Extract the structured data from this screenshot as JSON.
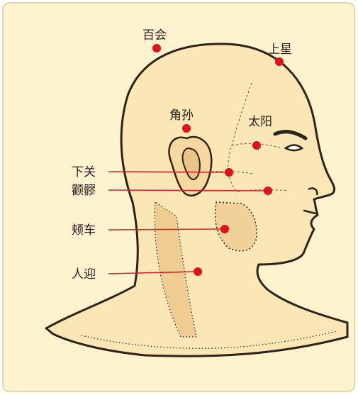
{
  "points": [
    {
      "id": "baihui",
      "label": "百会"
    },
    {
      "id": "shangxing",
      "label": "上星"
    },
    {
      "id": "jiaosun",
      "label": "角孙"
    },
    {
      "id": "taiyang",
      "label": "太阳"
    },
    {
      "id": "xiaguan",
      "label": "下关"
    },
    {
      "id": "quanliao",
      "label": "颧髎"
    },
    {
      "id": "jiache",
      "label": "颊车"
    },
    {
      "id": "renying",
      "label": "人迎"
    }
  ],
  "colors": {
    "background": "#fdf3cf",
    "skin": "#fbe6b5",
    "outline": "#2f2218",
    "point": "#e0101c",
    "leader": "#d8202a",
    "label": "#2a1e1e"
  }
}
